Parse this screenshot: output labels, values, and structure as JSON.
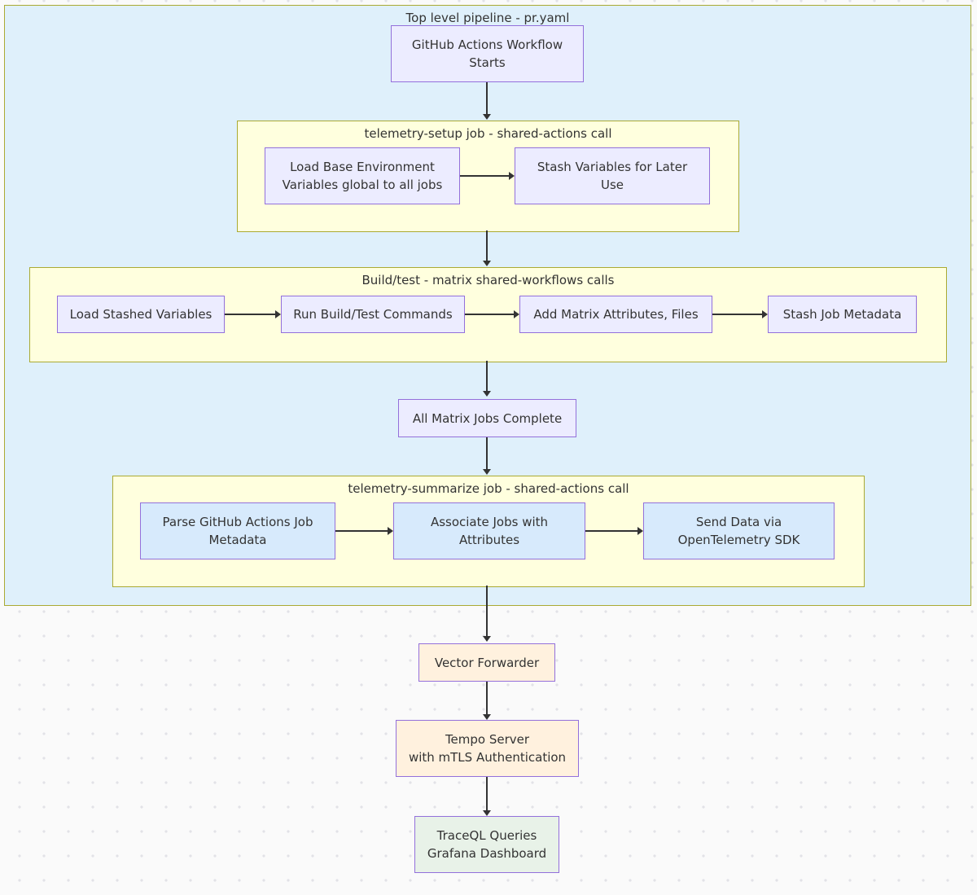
{
  "colors": {
    "outer_cluster_fill": "#dff0fb",
    "sub_cluster_fill": "#ffffde",
    "cluster_border": "#aaaa33",
    "node_default_fill": "#ececff",
    "node_summarize_fill": "#d7eafc",
    "node_peach_fill": "#fff1de",
    "node_green_fill": "#e8f2e8",
    "node_border": "#9370db",
    "edge_color": "#333333",
    "page_background": "#fafafa",
    "dot_color": "#e2e2e7"
  },
  "clusters": {
    "pipeline": {
      "title": "Top level pipeline - pr.yaml"
    },
    "setup": {
      "title": "telemetry-setup job - shared-actions call"
    },
    "build": {
      "title": "Build/test - matrix shared-workflows calls"
    },
    "summarize": {
      "title": "telemetry-summarize job - shared-actions call"
    }
  },
  "nodes": {
    "start": "GitHub Actions Workflow\nStarts",
    "load_base": "Load Base Environment\nVariables global to all jobs",
    "stash_vars": "Stash Variables for Later\nUse",
    "load_stashed": "Load Stashed Variables",
    "run_build": "Run Build/Test Commands",
    "add_matrix": "Add Matrix Attributes, Files",
    "stash_meta": "Stash Job Metadata",
    "all_complete": "All Matrix Jobs Complete",
    "parse": "Parse GitHub Actions Job\nMetadata",
    "associate": "Associate Jobs with\nAttributes",
    "send": "Send Data via\nOpenTelemetry SDK",
    "vector": "Vector Forwarder",
    "tempo": "Tempo Server\nwith mTLS Authentication",
    "traceql": "TraceQL Queries\nGrafana Dashboard"
  }
}
